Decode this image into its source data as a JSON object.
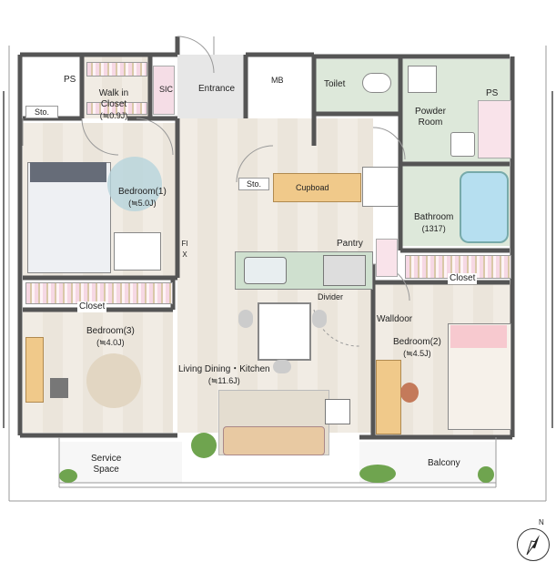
{
  "rooms": {
    "ps_left": "PS",
    "ps_right": "PS",
    "walk_in_closet": {
      "name": "Walk in\nCloset",
      "size": "(≒0.9J)"
    },
    "sic": "SIC",
    "entrance": "Entrance",
    "mb": "MB",
    "toilet": "Toilet",
    "powder_room": {
      "name": "Powder\nRoom"
    },
    "sto_left": "Sto.",
    "sto_center": "Sto.",
    "cupboad": "Cupboad",
    "bedroom1": {
      "name": "Bedroom(1)",
      "size": "(≒5.0J)"
    },
    "bathroom": {
      "name": "Bathroom",
      "size": "(1317)"
    },
    "fix": "FIX",
    "pantry": "Pantry",
    "closet_left": "Closet",
    "closet_right": "Closet",
    "divider": "Divider",
    "walldoor": "Walldoor",
    "bedroom3": {
      "name": "Bedroom(3)",
      "size": "(≒4.0J)"
    },
    "bedroom2": {
      "name": "Bedroom(2)",
      "size": "(≒4.5J)"
    },
    "living": {
      "name": "Living Dining・Kitchen",
      "size": "(≒11.6J)"
    },
    "service_space": {
      "name": "Service\nSpace"
    },
    "balcony": "Balcony"
  },
  "compass": {
    "label": "N"
  },
  "colors": {
    "wall": "#555555",
    "floor": "#f1ece4",
    "wet_area": "#dde8da",
    "counter": "#f0c98a"
  }
}
